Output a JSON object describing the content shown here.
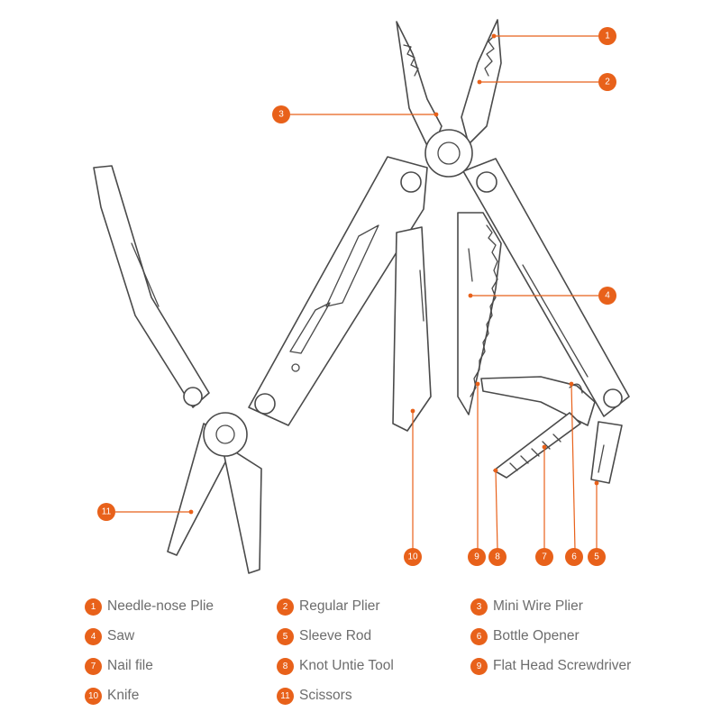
{
  "callouts": [
    {
      "number": "1",
      "label": "Needle-nose Plie"
    },
    {
      "number": "2",
      "label": "Regular Plier"
    },
    {
      "number": "3",
      "label": "Mini Wire Plier"
    },
    {
      "number": "4",
      "label": "Saw"
    },
    {
      "number": "5",
      "label": "Sleeve Rod"
    },
    {
      "number": "6",
      "label": "Bottle Opener"
    },
    {
      "number": "7",
      "label": "Nail file"
    },
    {
      "number": "8",
      "label": "Knot Untie Tool"
    },
    {
      "number": "9",
      "label": "Flat Head Screwdriver"
    },
    {
      "number": "10",
      "label": "Knife"
    },
    {
      "number": "11",
      "label": "Scissors"
    }
  ],
  "colors": {
    "accent": "#e8611a",
    "outline": "#4a4a4a",
    "text": "#6d6d6d"
  }
}
